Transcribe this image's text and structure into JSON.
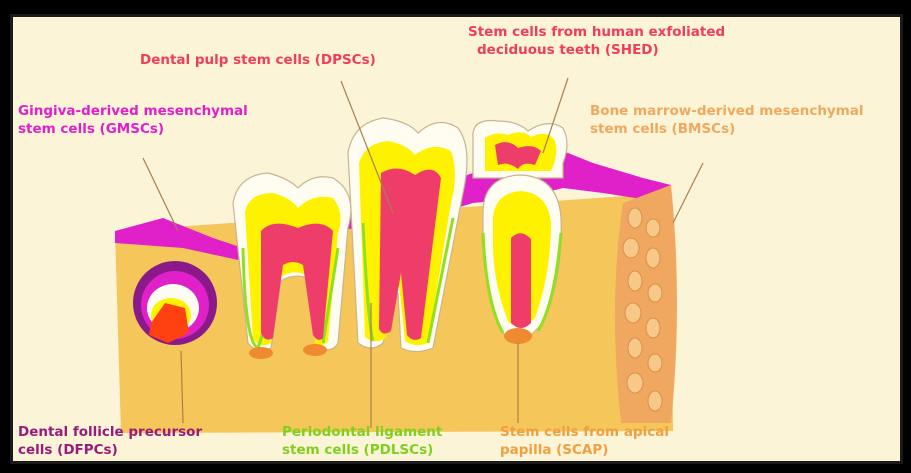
{
  "labels": {
    "dpsc": "Dental pulp stem cells (DPSCs)",
    "shed_line1": "Stem cells from human exfoliated",
    "shed_line2": "deciduous teeth (SHED)",
    "gmsc_line1": "Gingiva-derived mesenchymal",
    "gmsc_line2": "stem cells (GMSCs)",
    "bmsc_line1": "Bone marrow-derived mesenchymal",
    "bmsc_line2": "stem cells (BMSCs)",
    "dfpc_line1": "Dental follicle precursor",
    "dfpc_line2": "cells (DFPCs)",
    "pdlsc_line1": "Periodontal ligament",
    "pdlsc_line2": "stem cells (PDLSCs)",
    "scap_line1": "Stem cells from apical",
    "scap_line2": "papilla (SCAP)"
  },
  "colors": {
    "background": "#fcf4d6",
    "bone": "#f5c65a",
    "gingiva": "#e020c8",
    "enamel": "#fffdf2",
    "dentin": "#fff200",
    "pulp": "#ef3d6a",
    "ligament": "#90e020",
    "follicle": "#8a1a8a",
    "marrow": "#f0a860",
    "dpsc_text": "#ef3d5a",
    "shed_text": "#ef3d5a",
    "gmsc_text": "#e020c8",
    "bmsc_text": "#f0a860",
    "dfpc_text": "#9a1a7a",
    "pdlsc_text": "#7ed020",
    "scap_text": "#f0a040"
  }
}
